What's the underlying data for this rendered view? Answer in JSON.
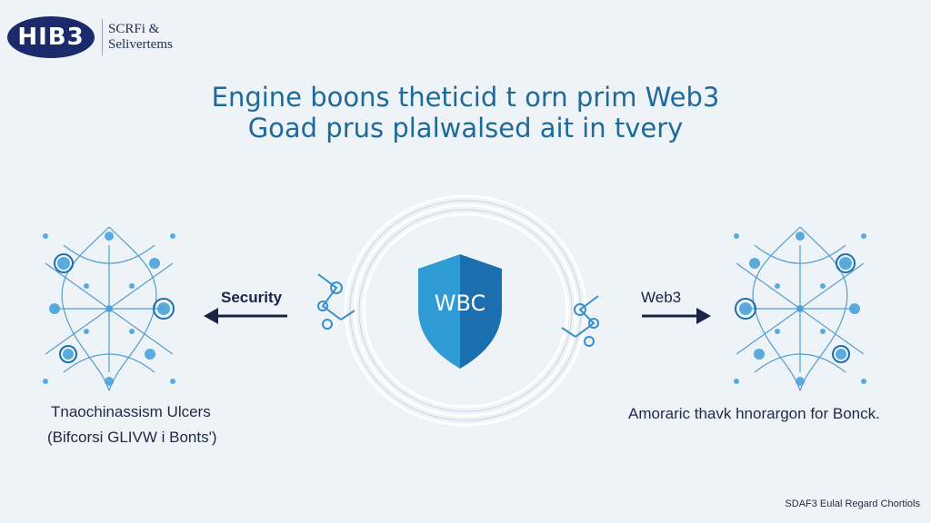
{
  "logo": {
    "mark": "HIB3",
    "sub_line1": "SCRFi &",
    "sub_line2": "Selivertems"
  },
  "headline": {
    "line1": "Engine boons theticid t orn prim Web3",
    "line2": "Goad prus plalwalsed ait in tvery"
  },
  "center": {
    "shield_label": "WBC",
    "colors": {
      "shield_left": "#2f9bd4",
      "shield_right": "#1b6fae",
      "ring": "#ffffff"
    }
  },
  "left": {
    "arrow_label": "Security",
    "caption_line1": "Tnaochinassism Ulcers",
    "caption_line2": "(Bifcorsi GLIVW i Bonts')"
  },
  "right": {
    "arrow_label": "Web3",
    "caption_line1": "Amoraric thavk hnorargon for Bonck."
  },
  "footer": {
    "text": "SDAF3 Eulal Regard Chortiols"
  },
  "colors": {
    "accent_blue": "#1e6a9a",
    "navy": "#1a2a6c",
    "network": "#3a8fc9"
  }
}
